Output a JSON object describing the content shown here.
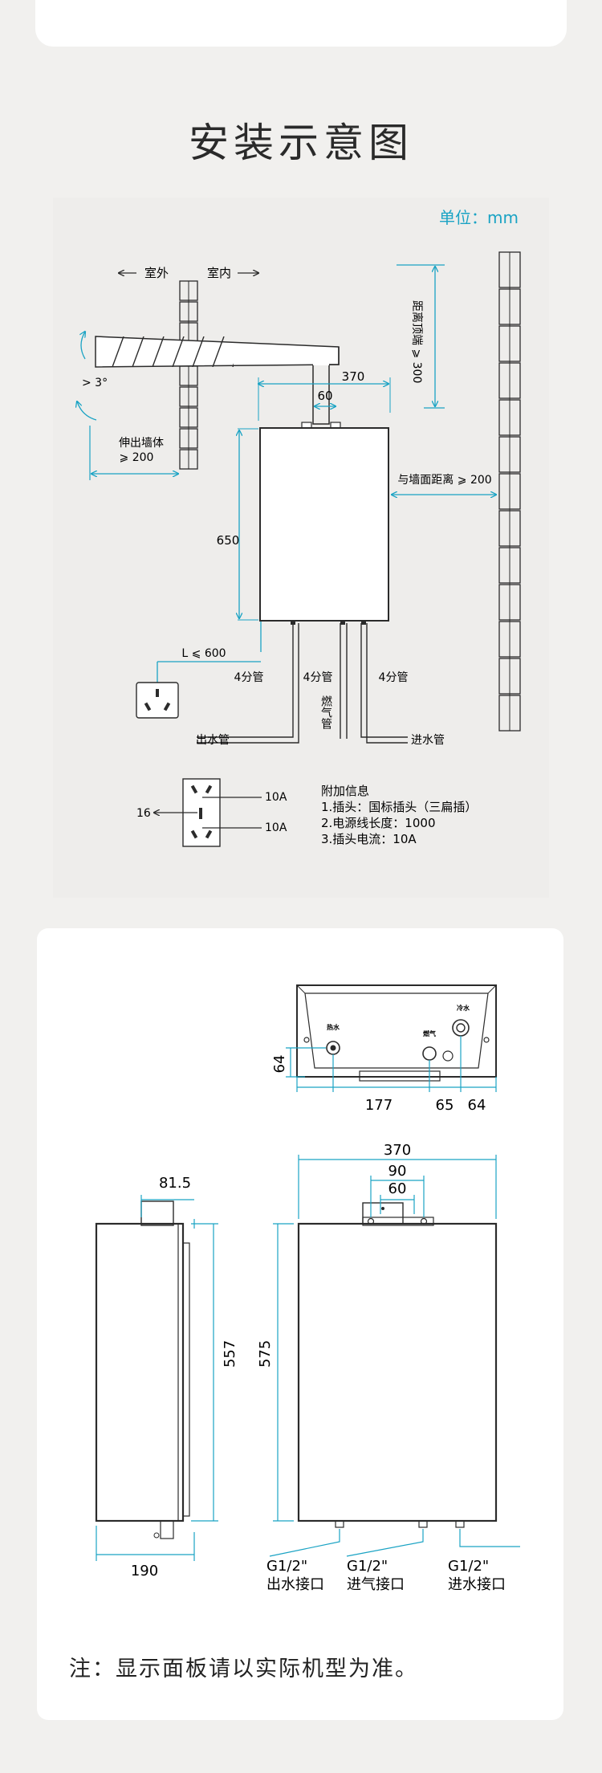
{
  "page": {
    "title": "安装示意图",
    "note": "注：显示面板请以实际机型为准。"
  },
  "install": {
    "unit": "单位：mm",
    "outdoor": "室外",
    "indoor": "室内",
    "angle": "> 3°",
    "wall_ext_line1": "伸出墙体",
    "wall_ext_line2": "⩾ 200",
    "dim_370": "370",
    "dim_60": "60",
    "dim_650": "650",
    "top_clearance": "距离顶端 ⩾ 300",
    "wall_distance": "与墙面距离 ⩾ 200",
    "cable_length": "L ⩽ 600",
    "pipe_left": "4分管",
    "pipe_mid": "4分管",
    "pipe_right": "4分管",
    "gas_pipe": "燃气管",
    "outlet_pipe": "出水管",
    "inlet_pipe": "进水管",
    "plug_16": "16",
    "plug_10a_top": "10A",
    "plug_10a_bottom": "10A",
    "info_title": "附加信息",
    "info_1": "1.插头：国标插头（三扁插）",
    "info_2": "2.电源线长度：1000",
    "info_3": "3.插头电流：10A"
  },
  "dimensions": {
    "bottom_64_v": "64",
    "bottom_177": "177",
    "bottom_65": "65",
    "bottom_64_h": "64",
    "label_hot": "热水",
    "label_gas": "燃气",
    "label_cold": "冷水",
    "side_81_5": "81.5",
    "side_557": "557",
    "side_190": "190",
    "front_370": "370",
    "front_90": "90",
    "front_60": "60",
    "front_575": "575",
    "port1_size": "G1/2\"",
    "port1_name": "出水接口",
    "port2_size": "G1/2\"",
    "port2_name": "进气接口",
    "port3_size": "G1/2\"",
    "port3_name": "进水接口"
  },
  "colors": {
    "accent": "#1aa3c4",
    "line": "#2b2b2b",
    "panel": "#eeedeb"
  }
}
